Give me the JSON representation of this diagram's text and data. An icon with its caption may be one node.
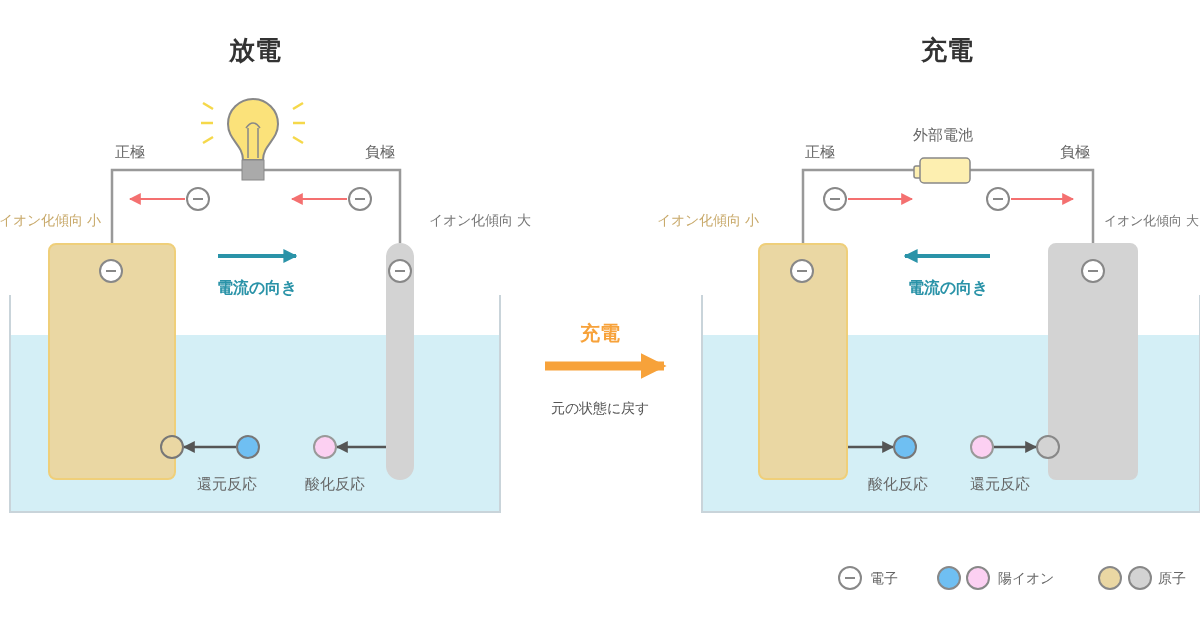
{
  "diagram": {
    "nodes": [
      {
        "text": [],
        "shape": "box",
        "beside": [
          "イオン化傾向 小"
        ]
      },
      {
        "text": [],
        "shape": "bar",
        "beside": [
          "イオン化傾向 大"
        ]
      },
      {
        "text": [],
        "shape": "circle"
      },
      {
        "text": [],
        "shape": "circle"
      },
      {
        "text": [],
        "shape": "circle"
      },
      {
        "text": [],
        "shape": "box",
        "beside": [
          "イオン化傾向 小"
        ]
      },
      {
        "text": [],
        "shape": "box",
        "beside": [
          "イオン化傾向 大"
        ]
      },
      {
        "text": [],
        "shape": "circle"
      },
      {
        "text": [],
        "shape": "circle"
      },
      {
        "text": [],
        "shape": "circle"
      }
    ],
    "edges": [
      {
        "from": 3,
        "to": 2,
        "arrow": "to"
      },
      {
        "from": 1,
        "to": 4,
        "arrow": "to"
      },
      {
        "from": 5,
        "to": 7,
        "arrow": "to"
      },
      {
        "from": 8,
        "to": 9,
        "arrow": "to"
      },
      {
        "from": 0,
        "to": 1,
        "arrow": "none",
        "color": "#999999"
      },
      {
        "from": 5,
        "to": 6,
        "arrow": "none",
        "color": "#999999"
      }
    ],
    "labels": [
      "放電",
      "充電",
      "正極",
      "負極",
      "電流の向き",
      "還元反応",
      "酸化反応",
      "充電",
      "元の状態に戻す",
      "外部電池",
      "正極",
      "負極",
      "電流の向き",
      "酸化反応",
      "還元反応"
    ],
    "legend": [
      {
        "text": "電子"
      },
      {
        "text": "陽イオン"
      },
      {
        "text": "原子"
      }
    ]
  }
}
